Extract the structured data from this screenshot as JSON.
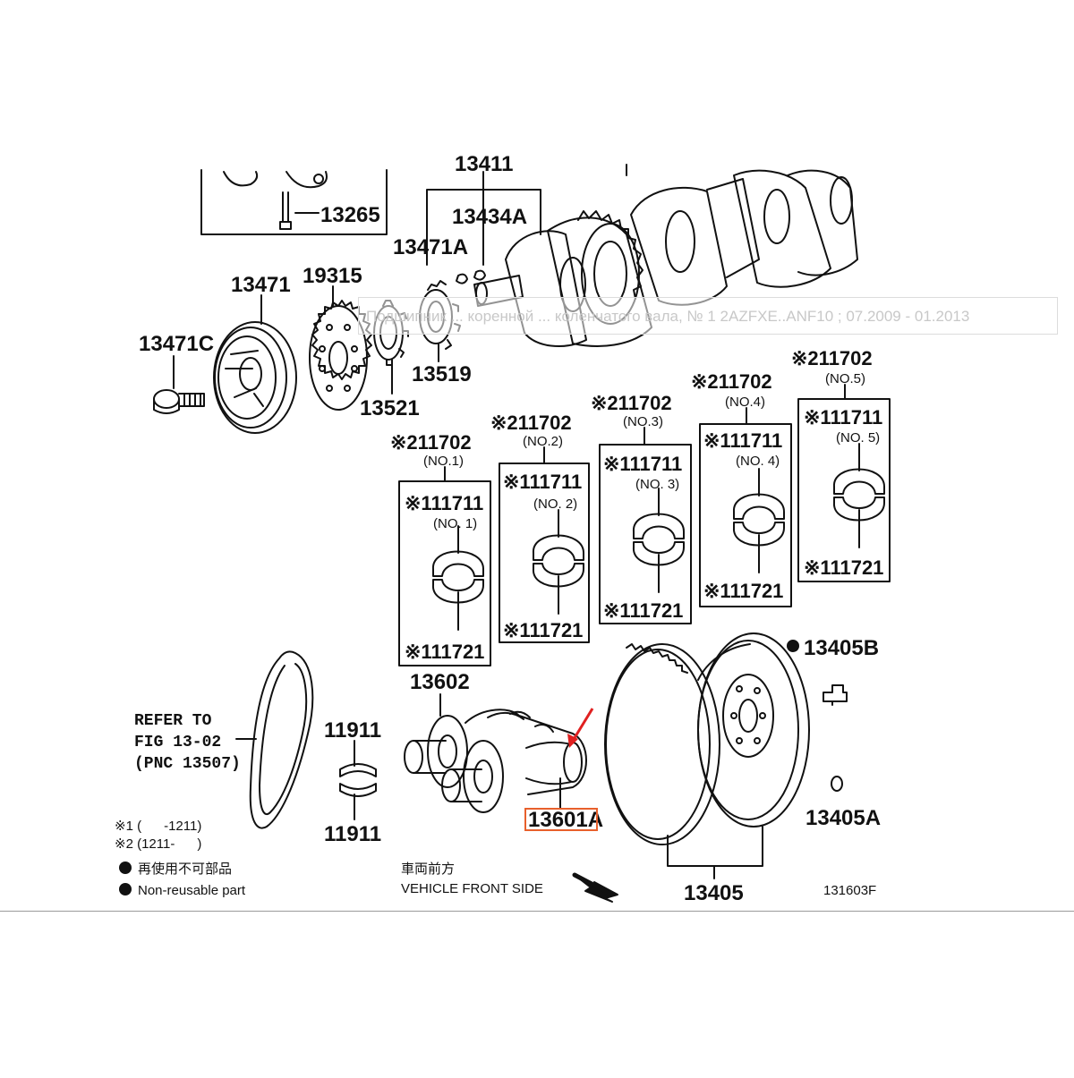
{
  "watermark": "Подшипник ... коренной ... коленчатого вала, № 1 2AZFXE..ANF10 ; 07.2009 - 01.2013",
  "figure_code": "131603F",
  "parts": {
    "p13265": "13265",
    "p13411": "13411",
    "p13434A": "13434A",
    "p13471A": "13471A",
    "p13471": "13471",
    "p19315": "19315",
    "p13471C": "13471C",
    "p13521": "13521",
    "p13519": "13519",
    "p13602": "13602",
    "p11911_top": "11911",
    "p11911_bot": "11911",
    "p13601A": "13601A",
    "p13405B": "13405B",
    "p13405A": "13405A",
    "p13405": "13405"
  },
  "bearing_sets": [
    {
      "outer": "※211702",
      "outer_no": "(NO.1)",
      "upper": "※111711",
      "upper_no": "(NO. 1)",
      "lower": "※111721"
    },
    {
      "outer": "※211702",
      "outer_no": "(NO.2)",
      "upper": "※111711",
      "upper_no": "(NO. 2)",
      "lower": "※111721"
    },
    {
      "outer": "※211702",
      "outer_no": "(NO.3)",
      "upper": "※111711",
      "upper_no": "(NO. 3)",
      "lower": "※111721"
    },
    {
      "outer": "※211702",
      "outer_no": "(NO.4)",
      "upper": "※111711",
      "upper_no": "(NO. 4)",
      "lower": "※111721"
    },
    {
      "outer": "※211702",
      "outer_no": "(NO.5)",
      "upper": "※111711",
      "upper_no": "(NO. 5)",
      "lower": "※111721"
    }
  ],
  "refer": {
    "line1": "REFER TO",
    "line2": "FIG 13-02",
    "line3": "(PNC 13507)"
  },
  "notes": {
    "n1": "※1 (      -1211)",
    "n2": "※2 (1211-      )",
    "nonreuse_jp": "再使用不可部品",
    "nonreuse_en": "Non-reusable part",
    "front_jp": "車両前方",
    "front_en": "VEHICLE FRONT SIDE"
  }
}
